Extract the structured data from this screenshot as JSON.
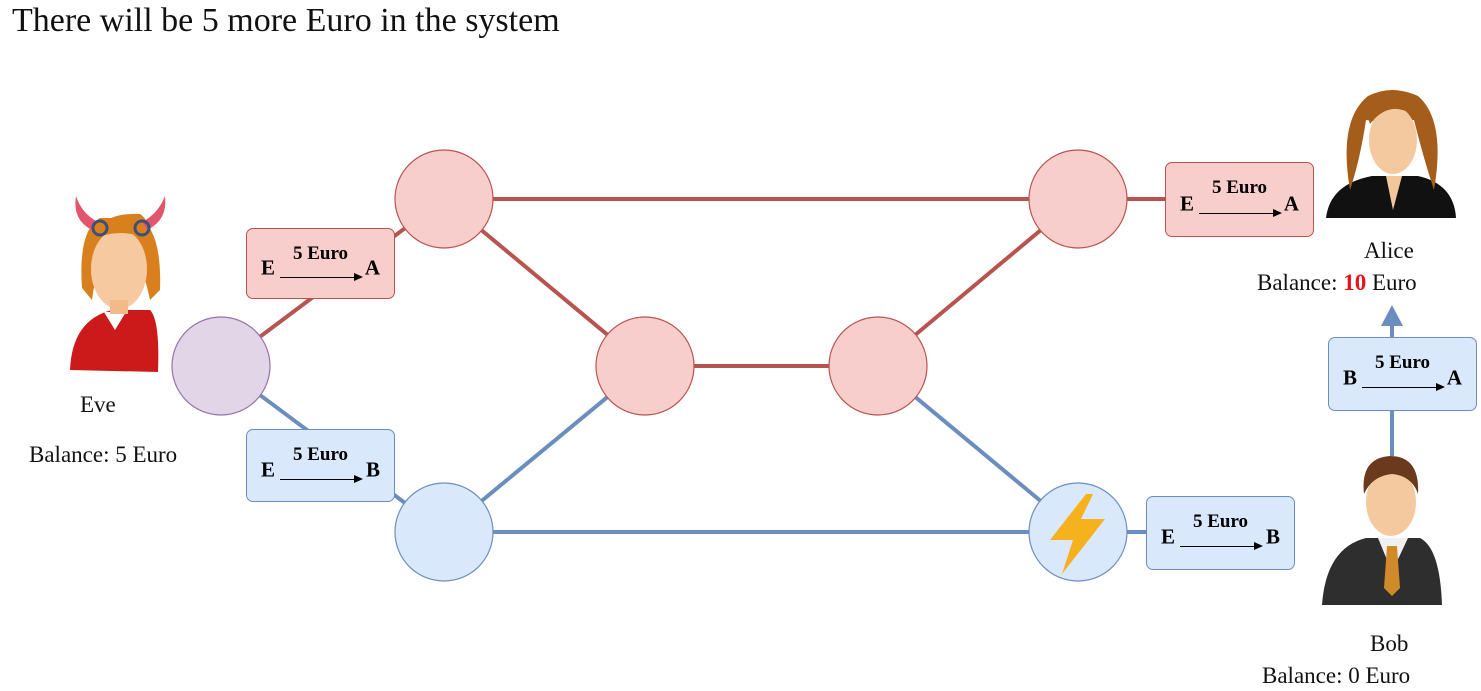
{
  "title": "There will be 5 more Euro in the system",
  "colors": {
    "red_line": "#b85450",
    "blue_line": "#6c8ebf",
    "red_node": "#f8cecc",
    "blue_node": "#dae8fc",
    "purple_node": "#e1d5e7",
    "highlight": "#e8141a",
    "lightning": "#f6b21d"
  },
  "eve": {
    "name": "Eve",
    "balance": "Balance: 5 Euro",
    "icon": "devil-woman-avatar-icon"
  },
  "alice": {
    "name": "Alice",
    "balance_prefix": "Balance: ",
    "balance_value": "10",
    "balance_suffix": " Euro",
    "icon": "woman-avatar-icon"
  },
  "bob": {
    "name": "Bob",
    "balance": "Balance: 0 Euro",
    "icon": "man-avatar-icon"
  },
  "transactions": {
    "eve_to_alice_left": {
      "from": "E",
      "amount": "5 Euro",
      "to": "A"
    },
    "eve_to_bob_left": {
      "from": "E",
      "amount": "5 Euro",
      "to": "B"
    },
    "eve_to_alice_right": {
      "from": "E",
      "amount": "5 Euro",
      "to": "A"
    },
    "eve_to_bob_right": {
      "from": "E",
      "amount": "5 Euro",
      "to": "B"
    },
    "bob_to_alice": {
      "from": "B",
      "amount": "5 Euro",
      "to": "A"
    }
  },
  "lightning_icon": "lightning-bolt-icon"
}
